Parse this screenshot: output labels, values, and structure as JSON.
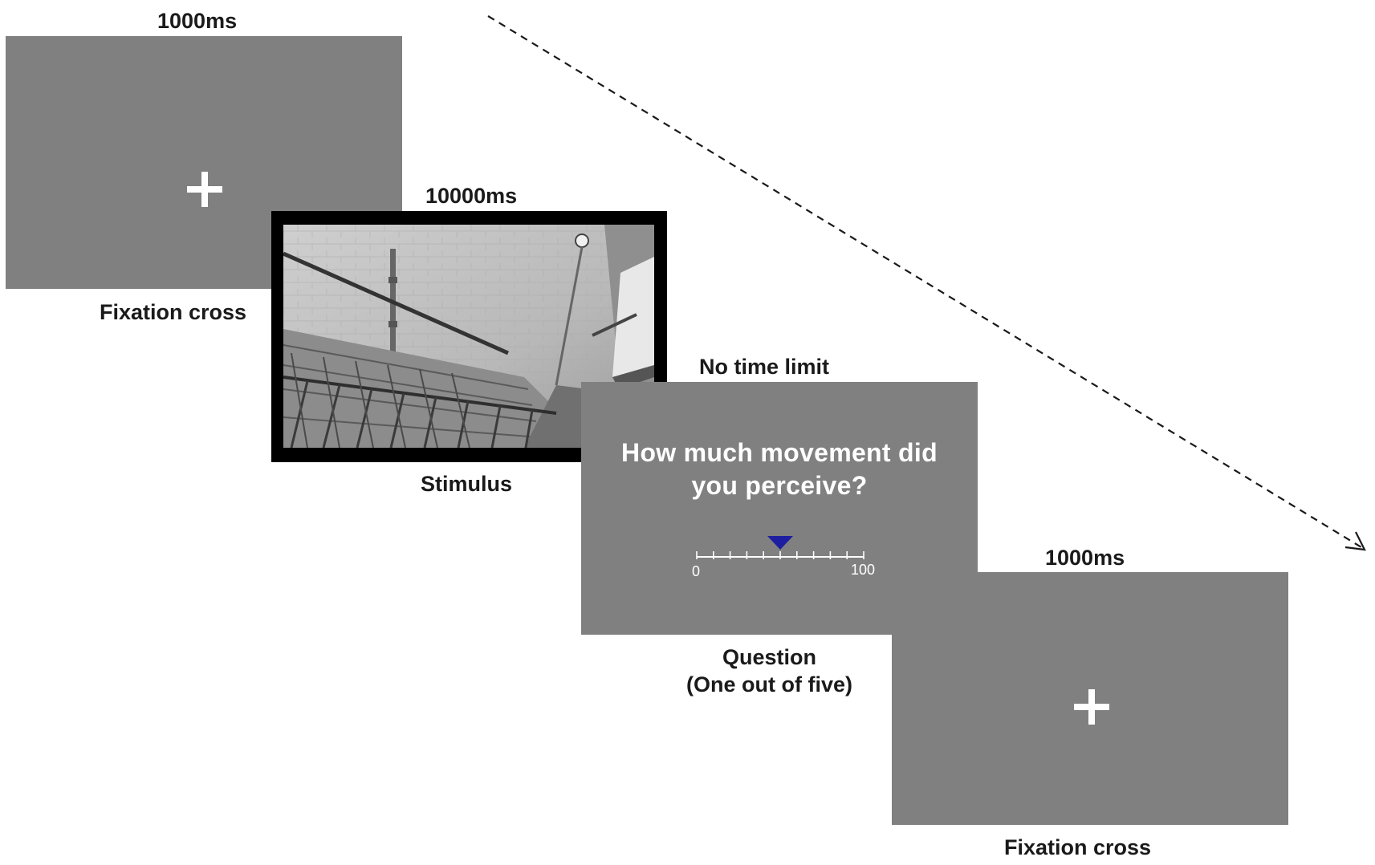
{
  "screens": [
    {
      "duration": "1000ms",
      "caption": "Fixation cross",
      "content": "fixation-cross"
    },
    {
      "duration": "10000ms",
      "caption": "Stimulus",
      "content": "staircase-photo"
    },
    {
      "duration": "No time limit",
      "caption_line1": "Question",
      "caption_line2": "(One out of five)",
      "content": "question",
      "question_line1": "How much movement did",
      "question_line2": "you perceive?",
      "scale": {
        "min_label": "0",
        "max_label": "100",
        "min": 0,
        "max": 100,
        "pointer_value": 50,
        "pointer_color": "#1e1ea0"
      }
    },
    {
      "duration": "1000ms",
      "caption": "Fixation cross",
      "content": "fixation-cross"
    }
  ],
  "colors": {
    "screen_gray": "#808080",
    "frame_black": "#000000",
    "text_dark": "#1a1a1a",
    "timeline_arrow": "#1a1a1a"
  },
  "icons": [
    "fixation-cross-icon",
    "scale-pointer-icon",
    "time-arrow-icon"
  ]
}
